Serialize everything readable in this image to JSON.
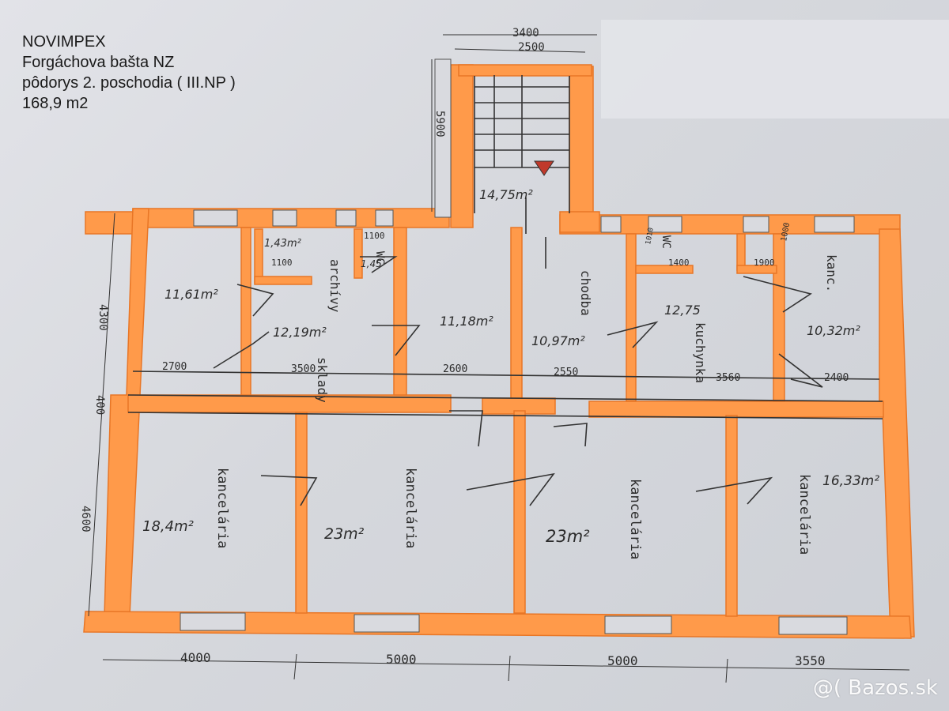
{
  "header": {
    "company": "NOVIMPEX",
    "location": "Forgáchova bašta NZ",
    "plan_title": "pôdorys 2. poschodia ( III.NP )",
    "total_area": "168,9 m2"
  },
  "dimensions": {
    "stair_width_outer": "3400",
    "stair_width_inner": "2500",
    "stair_depth": "5900",
    "left_upper": "4300",
    "left_corridor": "400",
    "left_lower": "4600",
    "bottom_1": "4000",
    "bottom_2": "5000",
    "bottom_3": "5000",
    "bottom_4": "3550",
    "row_1": "2700",
    "row_2": "3500",
    "row_3": "2600",
    "row_4": "2550",
    "row_5": "3560",
    "row_6": "2400",
    "small_1100_a": "1100",
    "small_1100_b": "1100",
    "small_1400": "1400",
    "small_1900": "1900",
    "small_1000": "1000",
    "small_1010": "1010"
  },
  "rooms": {
    "stair": {
      "area": "14,75m²"
    },
    "room_1": {
      "area": "11,61m²"
    },
    "wc_small_1": {
      "area": "1,43m²"
    },
    "archive": {
      "label_1": "archívy",
      "label_2": "sklady",
      "area": "12,19m²"
    },
    "wc_1": {
      "label": "WC",
      "area": "1,45"
    },
    "room_3": {
      "area": "11,18m²"
    },
    "corridor": {
      "label": "chodba",
      "area": "10,97m²"
    },
    "wc_2": {
      "label": "WC"
    },
    "kitchen": {
      "label": "kuchynka",
      "area": "12,75"
    },
    "kanc": {
      "label": "kanc.",
      "area": "10,32m²"
    },
    "office_1": {
      "label": "kancelária",
      "area": "18,4m²"
    },
    "office_2": {
      "label": "kancelária",
      "area": "23m²"
    },
    "office_3": {
      "label": "kancelária",
      "area": "23m²"
    },
    "office_4": {
      "label": "kancelária",
      "area": "16,33m²"
    }
  },
  "watermark": "@( Bazos.sk",
  "colors": {
    "wall": "#ff9a4a",
    "wall_edge": "#f07a2a",
    "line": "#333333",
    "paper": "#dcdde2"
  }
}
